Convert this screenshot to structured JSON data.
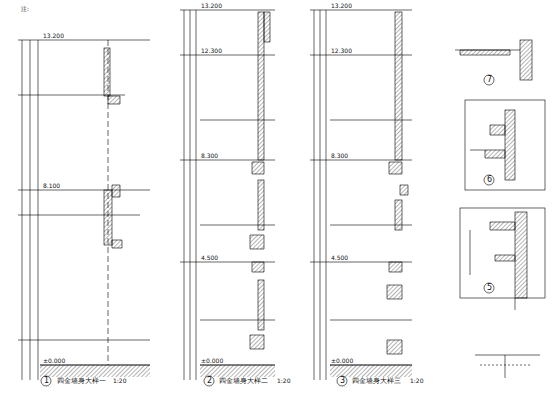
{
  "diagram": {
    "labels": [
      "注:",
      "1",
      "四金墙身大样一",
      "1:20",
      "2",
      "四金墙身大样二",
      "1:20",
      "3",
      "四金墙身大样三",
      "1:20",
      "7",
      "6",
      "5",
      "13.200",
      "8.100",
      "±0.000",
      "13.200",
      "12.300",
      "8.300",
      "4.500",
      "±0.000",
      "13.200",
      "12.300",
      "8.300",
      "4.500",
      "±0.000"
    ]
  }
}
